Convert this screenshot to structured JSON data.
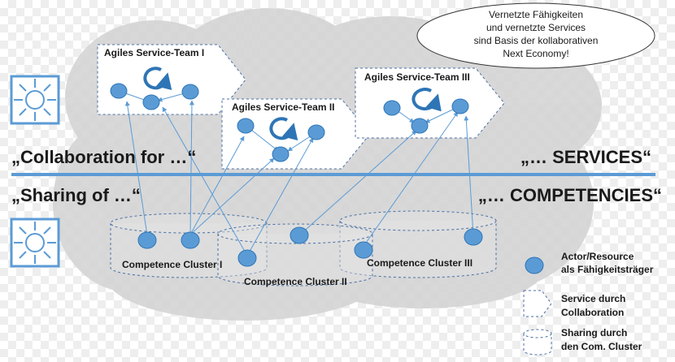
{
  "callout": {
    "lines": [
      "Vernetzte Fähigkeiten",
      "und vernetzte Services",
      "sind Basis der kollaborativen",
      "Next Economy!"
    ]
  },
  "teams": [
    {
      "label": "Agiles Service-Team I"
    },
    {
      "label": "Agiles Service-Team II"
    },
    {
      "label": "Agiles Service-Team III"
    }
  ],
  "headings": {
    "collaboration": "„Collaboration for …“",
    "services": "„… SERVICES“",
    "sharing": "„Sharing of …“",
    "competencies": "„… COMPETENCIES“"
  },
  "clusters": [
    {
      "label": "Competence Cluster I"
    },
    {
      "label": "Competence Cluster II"
    },
    {
      "label": "Competence Cluster III"
    }
  ],
  "legend": {
    "actor": [
      "Actor/Resource",
      "als Fähigkeitsträger"
    ],
    "service": [
      "Service durch",
      "Collaboration"
    ],
    "sharing": [
      "Sharing durch",
      "den Com. Cluster"
    ]
  },
  "colors": {
    "node": "#5b9bd5",
    "node_stroke": "#2e75b6",
    "divider": "#5b9bd5",
    "cloud": "#d2d2d2",
    "accent_icon": "#5b9bd5",
    "box_border": "#4a6fa5"
  }
}
